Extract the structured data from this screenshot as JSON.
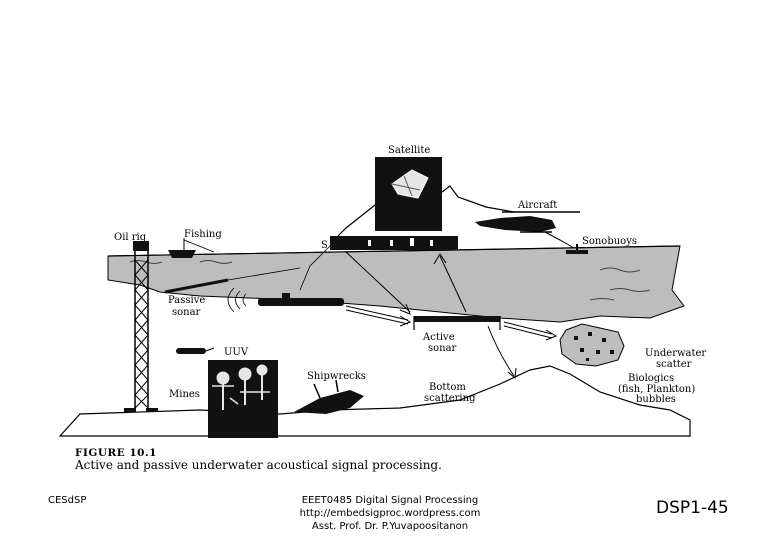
{
  "figure": {
    "labels": {
      "satellite": "Satellite",
      "aircraft": "Aircraft",
      "oil_rig": "Oil rig",
      "fishing": "Fishing",
      "sonobuoys": "Sonobuoys",
      "ship_s": "S",
      "passive_sonar_1": "Passive",
      "passive_sonar_2": "sonar",
      "uuv": "UUV",
      "active_sonar_1": "Active",
      "active_sonar_2": "sonar",
      "underwater_scatter_1": "Underwater",
      "underwater_scatter_2": "scatter",
      "biologics_1": "Biologics",
      "biologics_2": "(fish, Plankton)",
      "biologics_3": "bubbles",
      "shipwrecks": "Shipwrecks",
      "mines": "Mines",
      "bottom_scattering_1": "Bottom",
      "bottom_scattering_2": "scattering"
    },
    "title": "FIGURE 10.1",
    "caption": "Active and passive underwater acoustical signal processing."
  },
  "footer": {
    "left": "CESdSP",
    "center_line1": "EEET0485 Digital Signal Processing",
    "center_line2": "http://embedsigproc.wordpress.com",
    "center_line3": "Asst. Prof. Dr. P.Yuvapoositanon",
    "right": "DSP1-45"
  }
}
